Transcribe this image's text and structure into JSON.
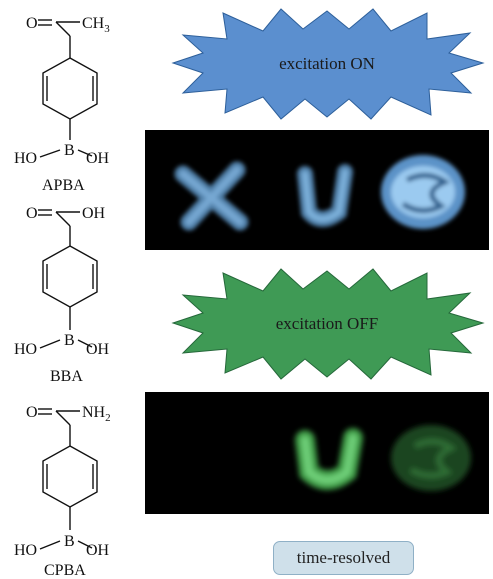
{
  "molecules": [
    {
      "name": "APBA",
      "top_group": {
        "left": "O",
        "right": "CH",
        "right_sub": "3"
      },
      "bottom_group": {
        "left": "HO",
        "center": "B",
        "right": "OH"
      }
    },
    {
      "name": "BBA",
      "top_group": {
        "left": "O",
        "right": "OH",
        "right_sub": ""
      },
      "bottom_group": {
        "left": "HO",
        "center": "B",
        "right": "OH"
      }
    },
    {
      "name": "CPBA",
      "top_group": {
        "left": "O",
        "right": "NH",
        "right_sub": "2"
      },
      "bottom_group": {
        "left": "HO",
        "center": "B",
        "right": "OH"
      }
    }
  ],
  "panels": {
    "excitation_on": {
      "label": "excitation ON",
      "color": "#5b8fcf"
    },
    "excitation_off": {
      "label": "excitation OFF",
      "color": "#3f9a55"
    },
    "time_resolved": {
      "label": "time-resolved",
      "color": "#cfe0ea"
    }
  },
  "photos": {
    "on": {
      "glow_color": "#8fc4f0"
    },
    "off": {
      "glow_color": "#5fcf6a"
    }
  }
}
